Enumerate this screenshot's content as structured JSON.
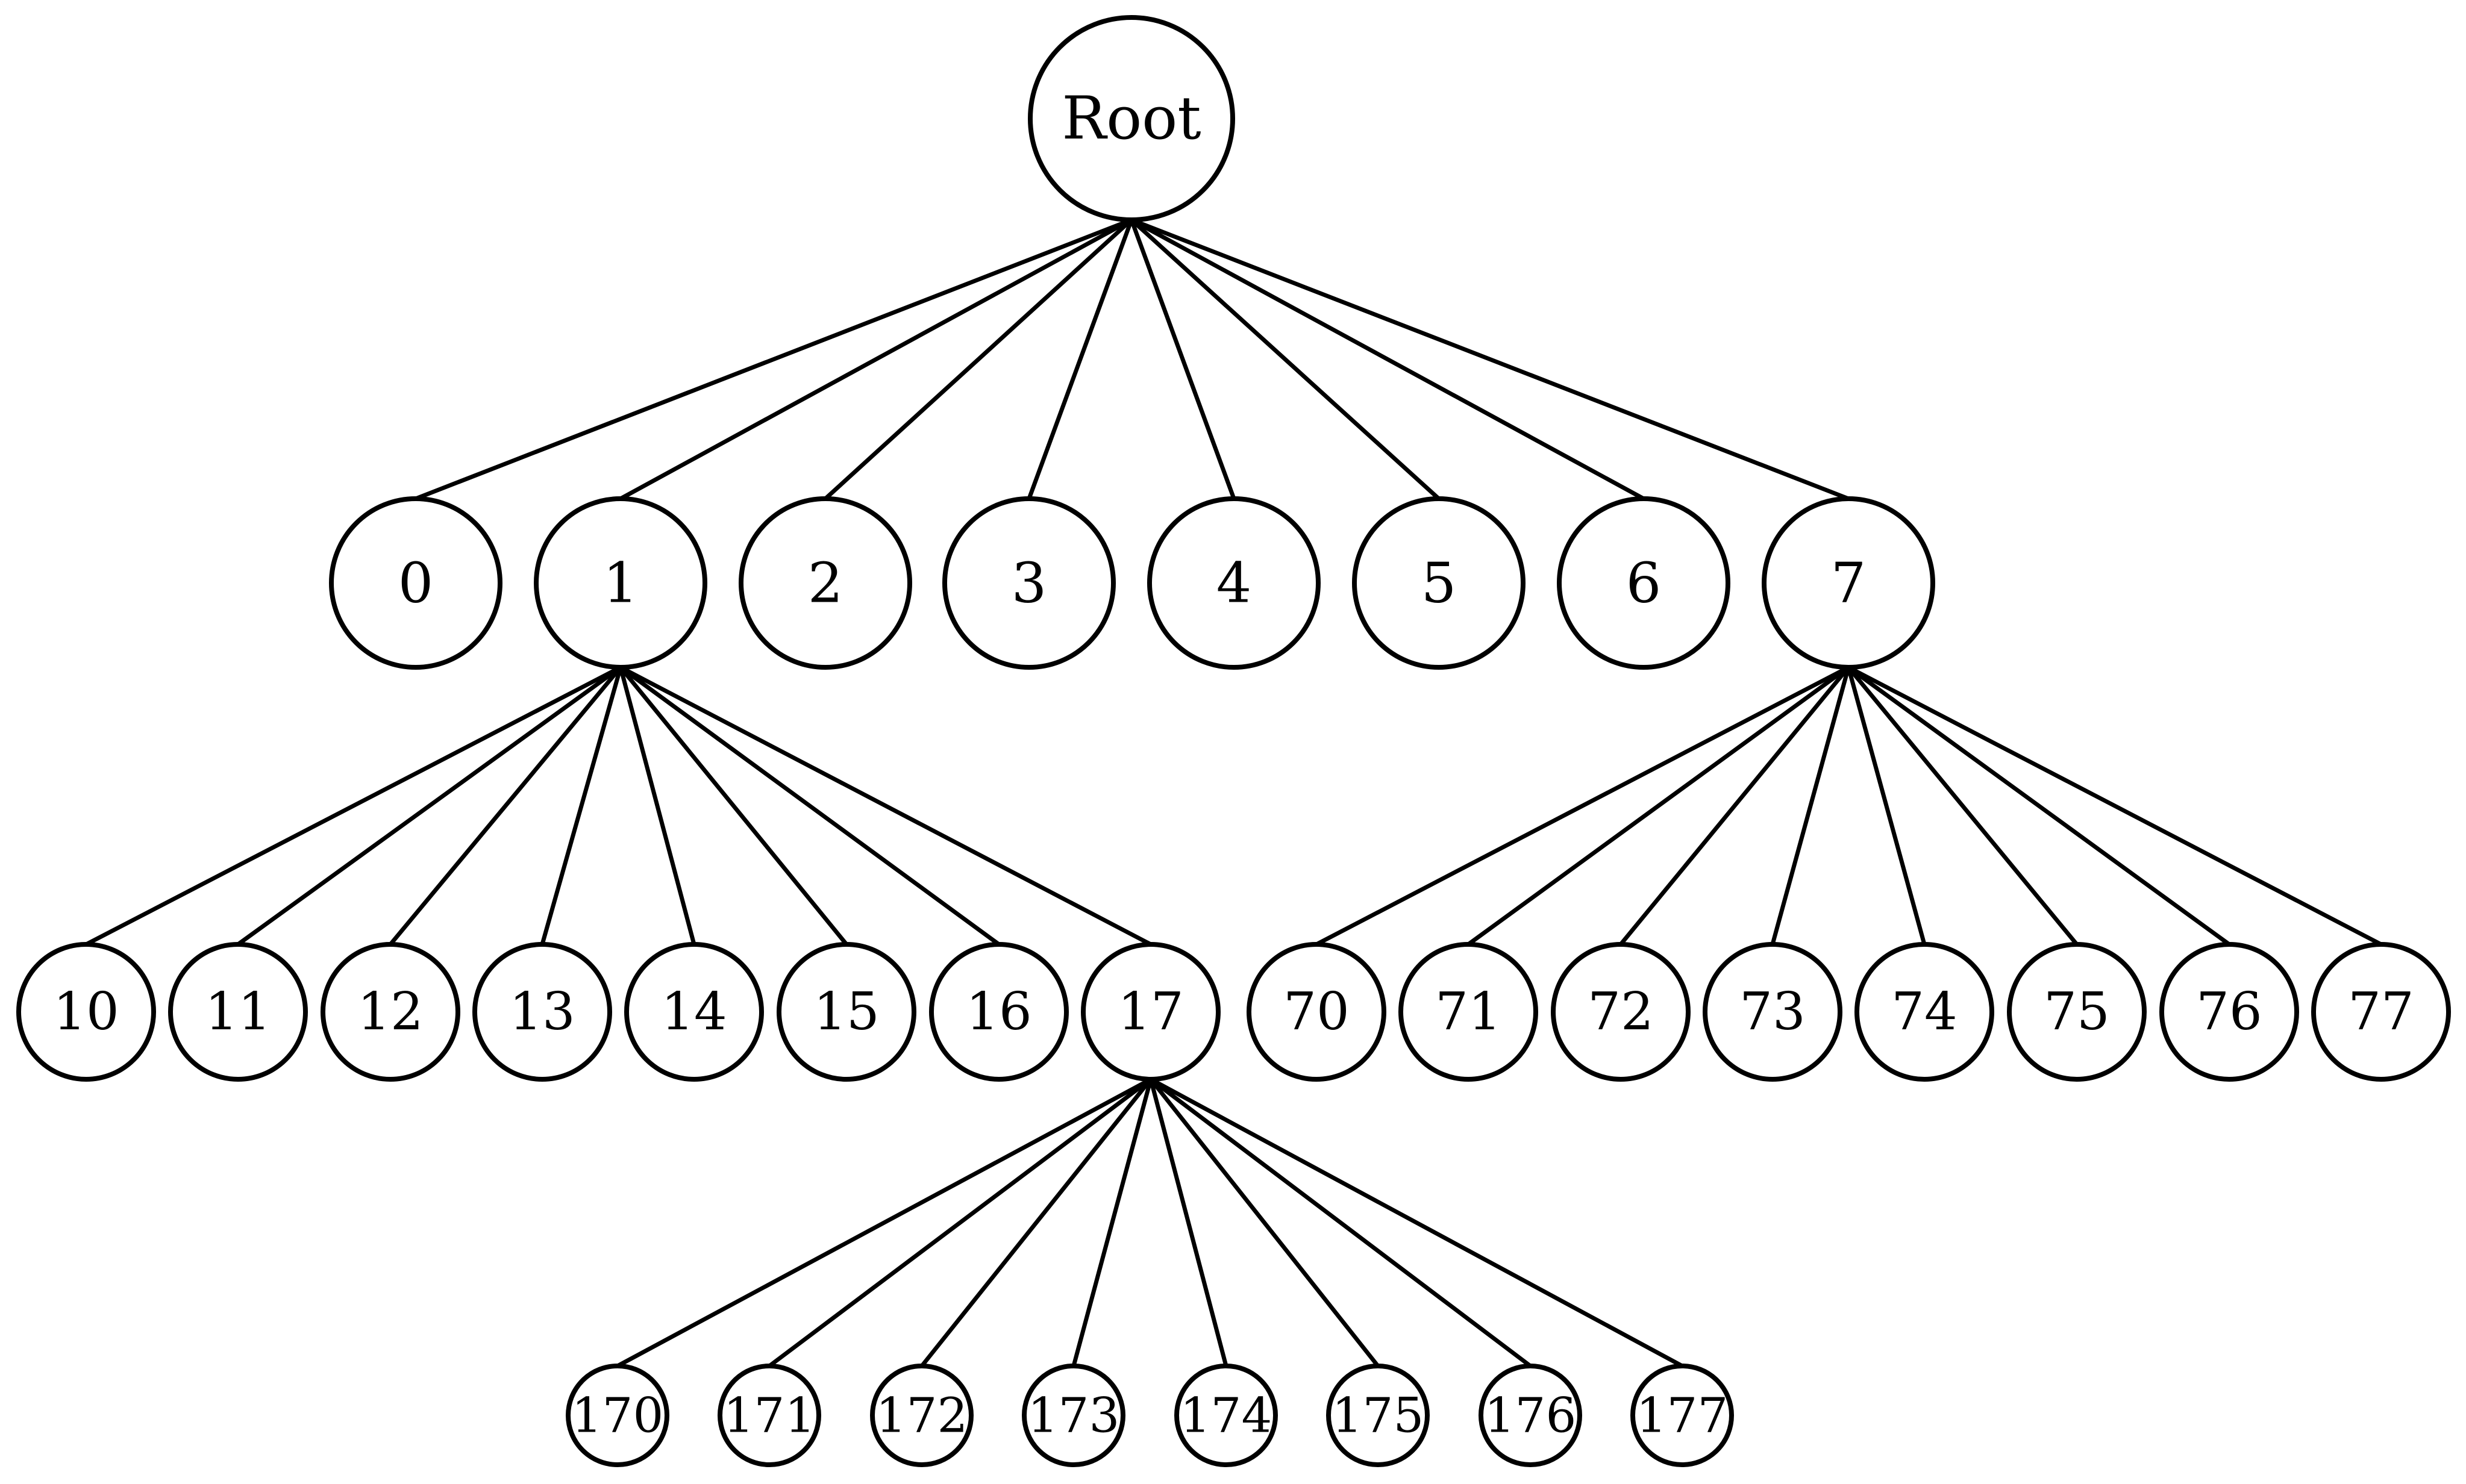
{
  "tree": {
    "id": "root",
    "label": "Root",
    "children": [
      {
        "id": "n0",
        "label": "0",
        "children": []
      },
      {
        "id": "n1",
        "label": "1",
        "children": [
          {
            "id": "n10",
            "label": "10",
            "children": []
          },
          {
            "id": "n11",
            "label": "11",
            "children": []
          },
          {
            "id": "n12",
            "label": "12",
            "children": []
          },
          {
            "id": "n13",
            "label": "13",
            "children": []
          },
          {
            "id": "n14",
            "label": "14",
            "children": []
          },
          {
            "id": "n15",
            "label": "15",
            "children": []
          },
          {
            "id": "n16",
            "label": "16",
            "children": []
          },
          {
            "id": "n17",
            "label": "17",
            "children": [
              {
                "id": "n170",
                "label": "170",
                "children": []
              },
              {
                "id": "n171",
                "label": "171",
                "children": []
              },
              {
                "id": "n172",
                "label": "172",
                "children": []
              },
              {
                "id": "n173",
                "label": "173",
                "children": []
              },
              {
                "id": "n174",
                "label": "174",
                "children": []
              },
              {
                "id": "n175",
                "label": "175",
                "children": []
              },
              {
                "id": "n176",
                "label": "176",
                "children": []
              },
              {
                "id": "n177",
                "label": "177",
                "children": []
              }
            ]
          }
        ]
      },
      {
        "id": "n2",
        "label": "2",
        "children": []
      },
      {
        "id": "n3",
        "label": "3",
        "children": []
      },
      {
        "id": "n4",
        "label": "4",
        "children": []
      },
      {
        "id": "n5",
        "label": "5",
        "children": []
      },
      {
        "id": "n6",
        "label": "6",
        "children": []
      },
      {
        "id": "n7",
        "label": "7",
        "children": [
          {
            "id": "n70",
            "label": "70",
            "children": []
          },
          {
            "id": "n71",
            "label": "71",
            "children": []
          },
          {
            "id": "n72",
            "label": "72",
            "children": []
          },
          {
            "id": "n73",
            "label": "73",
            "children": []
          },
          {
            "id": "n74",
            "label": "74",
            "children": []
          },
          {
            "id": "n75",
            "label": "75",
            "children": []
          },
          {
            "id": "n76",
            "label": "76",
            "children": []
          },
          {
            "id": "n77",
            "label": "77",
            "children": []
          }
        ]
      }
    ]
  },
  "colors": {
    "stroke": "#000000",
    "fill": "#ffffff",
    "text": "#000000"
  }
}
